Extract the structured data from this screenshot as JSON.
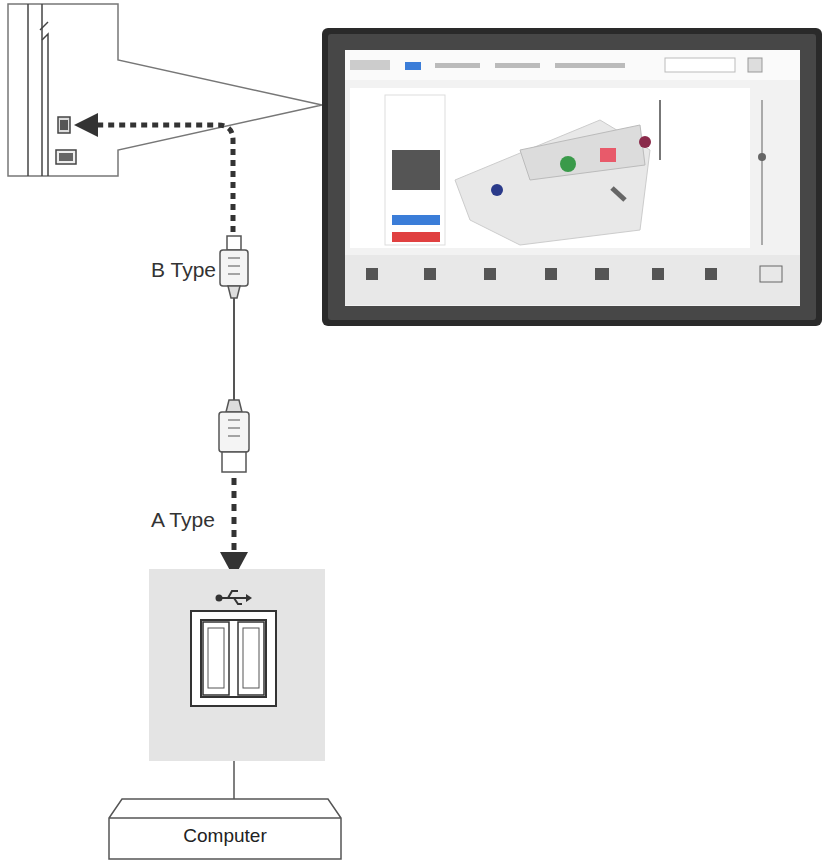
{
  "diagram": {
    "nodes": [
      {
        "text": [
          "Computer"
        ]
      }
    ],
    "labels": [
      "B Type",
      "A Type"
    ]
  }
}
